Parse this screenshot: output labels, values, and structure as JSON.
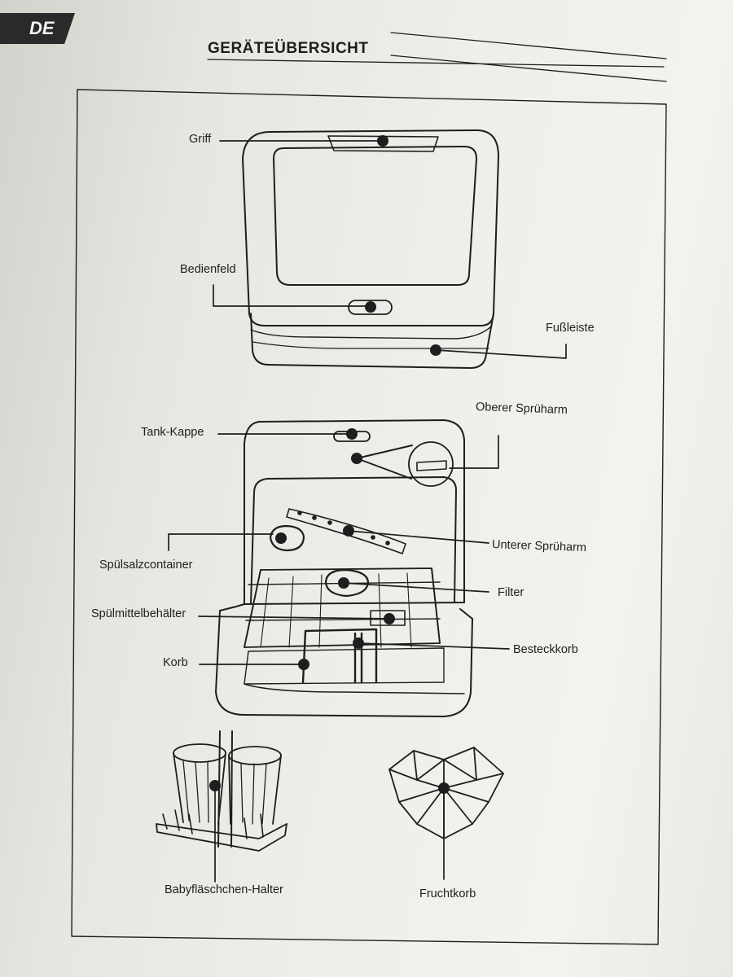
{
  "header": {
    "lang": "DE",
    "title": "GERÄTEÜBERSICHT"
  },
  "labels": {
    "griff": "Griff",
    "bedienfeld": "Bedienfeld",
    "fussleiste": "Fußleiste",
    "oberer_spruharm": "Oberer Sprüharm",
    "tank_kappe": "Tank-Kappe",
    "unterer_spruharm": "Unterer Sprüharm",
    "spulsalzcontainer": "Spülsalzcontainer",
    "filter": "Filter",
    "spulmittelbehalter": "Spülmittelbehälter",
    "besteckkorb": "Besteckkorb",
    "korb": "Korb",
    "babyflaschchen_halter": "Babyfläschchen-Halter",
    "fruchtkorb": "Fruchtkorb"
  },
  "colors": {
    "ink": "#1e1e1e",
    "paper": "#efeeea",
    "tab": "#2a2a2a"
  }
}
